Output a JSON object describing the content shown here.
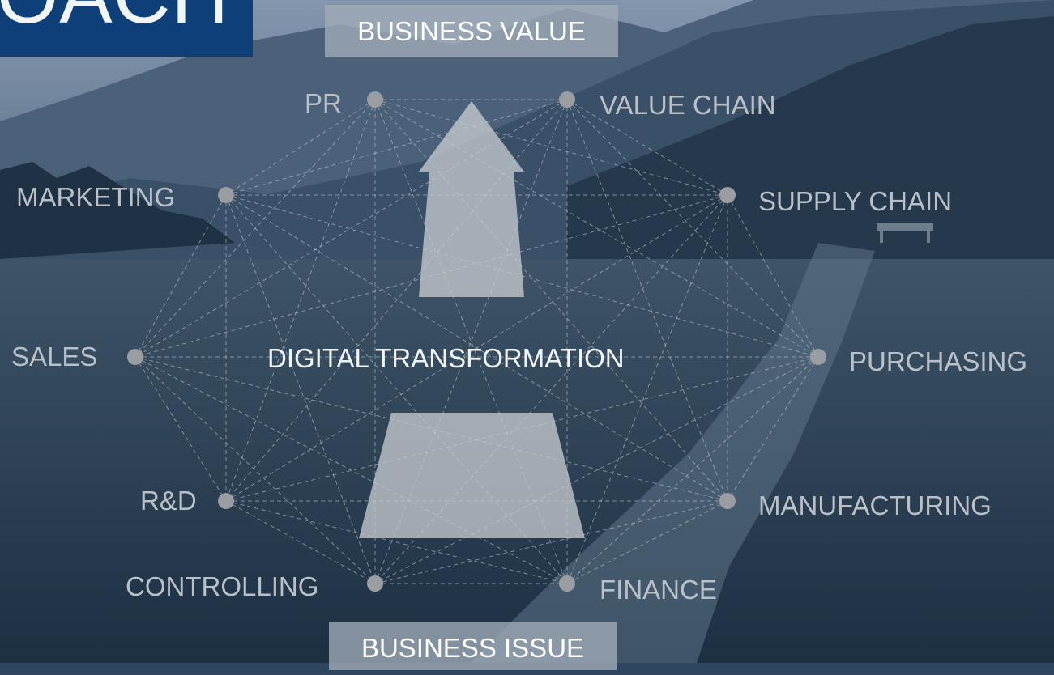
{
  "title_fragment": "OACH",
  "business_value": "BUSINESS VALUE",
  "business_issue": "BUSINESS ISSUE",
  "center_label": "DIGITAL TRANSFORMATION",
  "nodes": [
    {
      "label": "PR"
    },
    {
      "label": "VALUE CHAIN"
    },
    {
      "label": "MARKETING"
    },
    {
      "label": "SUPPLY CHAIN"
    },
    {
      "label": "SALES"
    },
    {
      "label": "PURCHASING"
    },
    {
      "label": "R&D"
    },
    {
      "label": "MANUFACTURING"
    },
    {
      "label": "CONTROLLING"
    },
    {
      "label": "FINANCE"
    }
  ],
  "colors": {
    "title_box": "#0f3f78",
    "node_dot": "#9a9da2",
    "node_label": "#b9c0c8",
    "connector_line": "#c8cfd6",
    "arrow_fill": "#c9cdd2"
  }
}
